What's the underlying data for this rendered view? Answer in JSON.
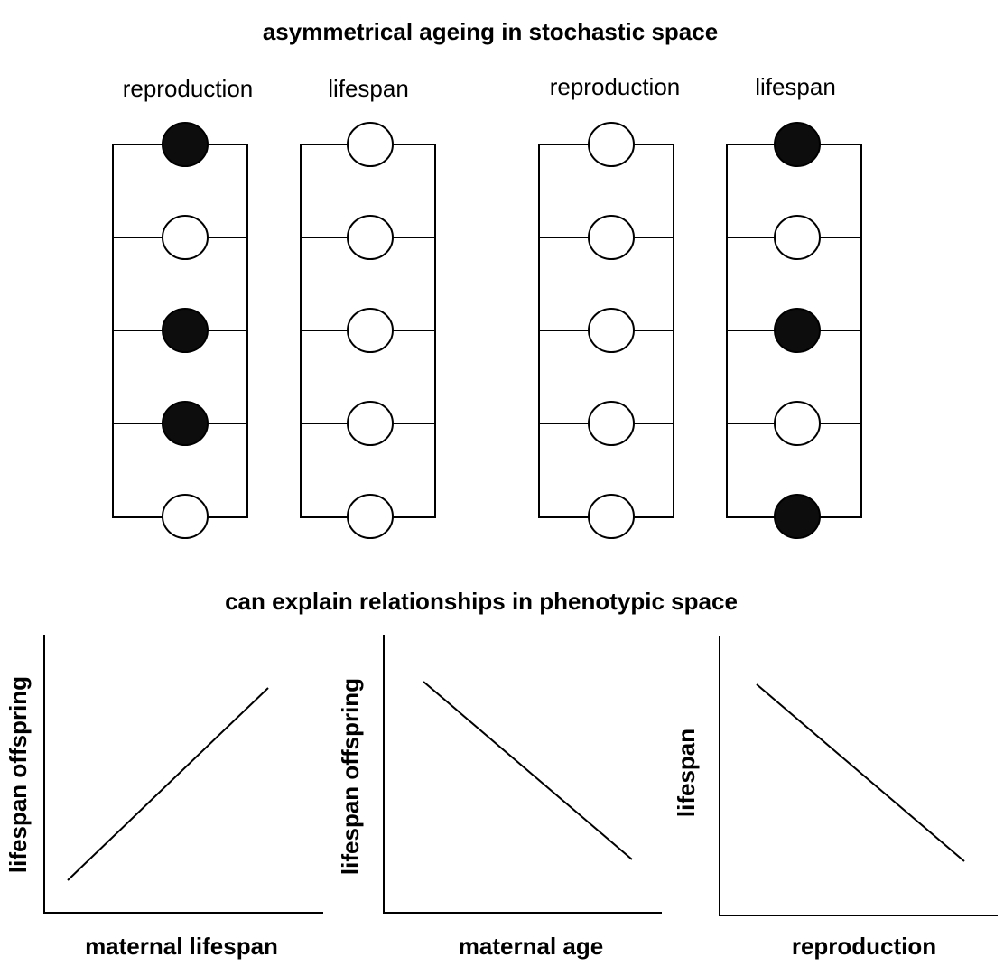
{
  "top_title": "asymmetrical ageing in stochastic space",
  "bottom_title": "can explain relationships in phenotypic space",
  "colors": {
    "filled": "#0d0d0d",
    "empty": "#ffffff",
    "line": "#000000"
  },
  "ladder_groups": [
    {
      "ladders": [
        {
          "label": "reproduction",
          "states": [
            "filled",
            "empty",
            "filled",
            "filled",
            "empty"
          ]
        },
        {
          "label": "lifespan",
          "states": [
            "empty",
            "empty",
            "empty",
            "empty",
            "empty"
          ]
        }
      ]
    },
    {
      "ladders": [
        {
          "label": "reproduction",
          "states": [
            "empty",
            "empty",
            "empty",
            "empty",
            "empty"
          ]
        },
        {
          "label": "lifespan",
          "states": [
            "filled",
            "empty",
            "filled",
            "empty",
            "filled"
          ]
        }
      ]
    }
  ],
  "plots": [
    {
      "xlabel": "maternal lifespan",
      "ylabel": "lifespan offspring",
      "trend": "positive"
    },
    {
      "xlabel": "maternal age",
      "ylabel": "lifespan offspring",
      "trend": "negative"
    },
    {
      "xlabel": "reproduction",
      "ylabel": "lifespan",
      "trend": "negative"
    }
  ]
}
